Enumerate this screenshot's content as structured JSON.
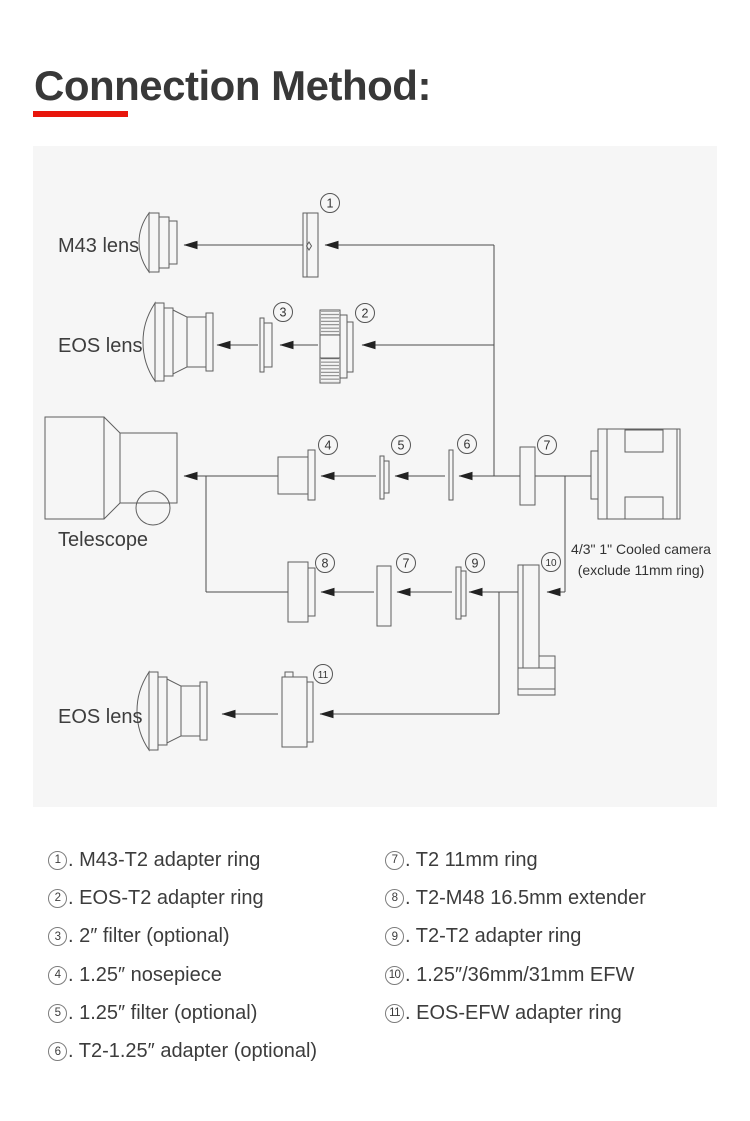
{
  "title": "Connection Method:",
  "accent_color": "#e8160c",
  "panel_color": "#f6f6f6",
  "diagram": {
    "labels": {
      "m43_lens": "M43 lens",
      "eos_lens_top": "EOS lens",
      "telescope": "Telescope",
      "eos_lens_bottom": "EOS lens",
      "camera_caption_line1": "4/3\" 1\" Cooled camera",
      "camera_caption_line2": "(exclude 11mm ring)"
    },
    "callouts": [
      "1",
      "2",
      "3",
      "4",
      "5",
      "6",
      "7",
      "8",
      "7",
      "9",
      "10",
      "11"
    ]
  },
  "legend": {
    "left": [
      {
        "num": "1",
        "text": ". M43-T2 adapter ring"
      },
      {
        "num": "2",
        "text": ". EOS-T2 adapter ring"
      },
      {
        "num": "3",
        "text": ". 2″ filter (optional)"
      },
      {
        "num": "4",
        "text": ". 1.25″ nosepiece"
      },
      {
        "num": "5",
        "text": ". 1.25″ filter (optional)"
      },
      {
        "num": "6",
        "text": ". T2-1.25″ adapter (optional)"
      }
    ],
    "right": [
      {
        "num": "7",
        "text": ". T2 11mm ring"
      },
      {
        "num": "8",
        "text": ". T2-M48 16.5mm extender"
      },
      {
        "num": "9",
        "text": ". T2-T2 adapter ring"
      },
      {
        "num": "10",
        "text": ". 1.25″/36mm/31mm EFW"
      },
      {
        "num": "11",
        "text": ". EOS-EFW adapter ring"
      }
    ]
  }
}
